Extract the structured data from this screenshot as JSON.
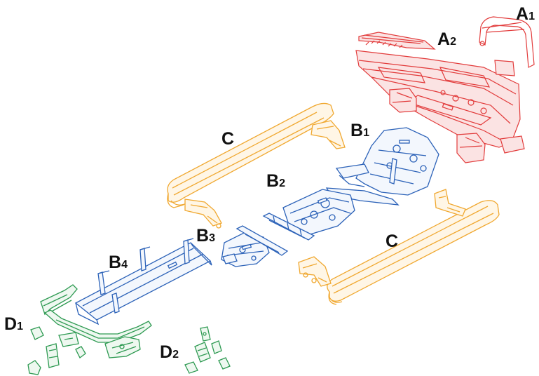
{
  "labels": {
    "a1": {
      "main": "A",
      "sub": "1"
    },
    "a2": {
      "main": "A",
      "sub": "2"
    },
    "b1": {
      "main": "B",
      "sub": "1"
    },
    "b2": {
      "main": "B",
      "sub": "2"
    },
    "b3": {
      "main": "B",
      "sub": "3"
    },
    "b4": {
      "main": "B",
      "sub": "4"
    },
    "c_upper": {
      "main": "C",
      "sub": ""
    },
    "c_lower": {
      "main": "C",
      "sub": ""
    },
    "d1": {
      "main": "D",
      "sub": "1"
    },
    "d2": {
      "main": "D",
      "sub": "2"
    }
  },
  "colors": {
    "group_a": "#e23b3b",
    "group_b": "#2c62b8",
    "group_c": "#f0a830",
    "group_d": "#2e9a52"
  }
}
